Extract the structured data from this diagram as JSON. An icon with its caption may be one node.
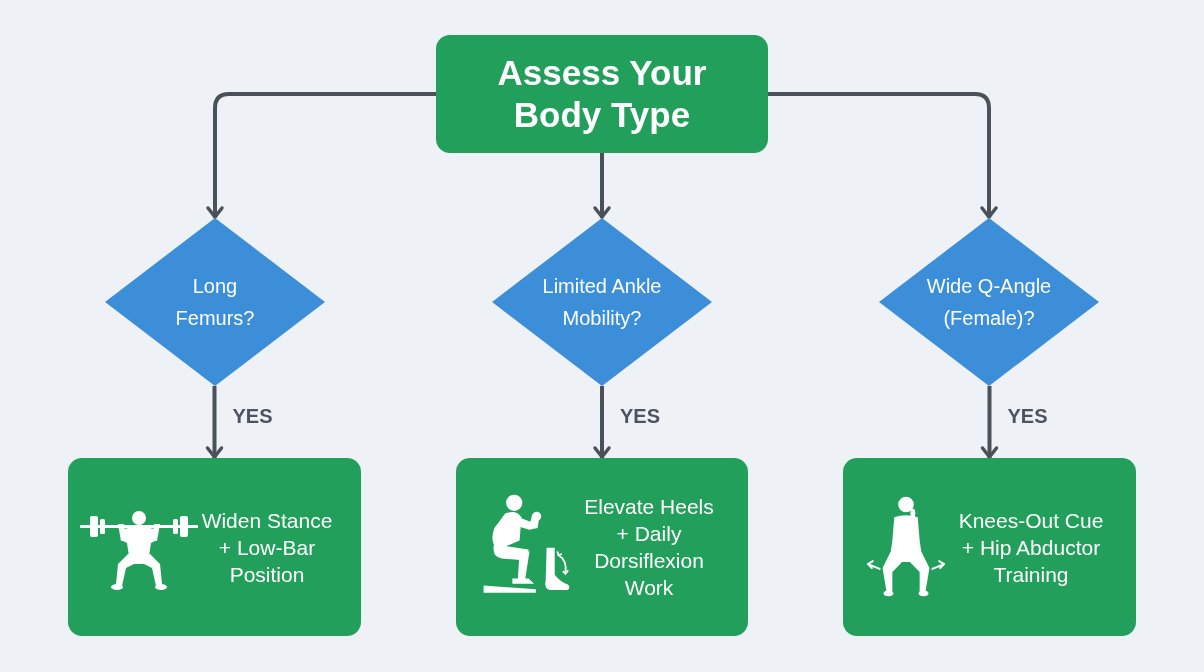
{
  "diagram": {
    "nodes": [
      {
        "text": [
          "Assess Your Body Type"
        ]
      },
      {
        "text": [
          "Long Femurs?"
        ]
      },
      {
        "text": [
          "Limited Ankle Mobility?"
        ]
      },
      {
        "text": [
          "Wide Q-Angle (Female)?"
        ]
      },
      {
        "text": [
          "Widen Stance + Low-Bar Position"
        ]
      },
      {
        "text": [
          "Elevate Heels + Daily Dorsiflexion Work"
        ]
      },
      {
        "text": [
          "Knees-Out Cue + Hip Abductor Training"
        ]
      }
    ],
    "edges": [
      {
        "from": 0,
        "to": 1,
        "arrow": "to"
      },
      {
        "from": 0,
        "to": 2,
        "arrow": "to"
      },
      {
        "from": 0,
        "to": 3,
        "arrow": "to"
      },
      {
        "from": 1,
        "to": 4,
        "arrow": "to",
        "label": "YES"
      },
      {
        "from": 2,
        "to": 5,
        "arrow": "to",
        "label": "YES"
      },
      {
        "from": 3,
        "to": 6,
        "arrow": "to",
        "label": "YES"
      }
    ]
  }
}
